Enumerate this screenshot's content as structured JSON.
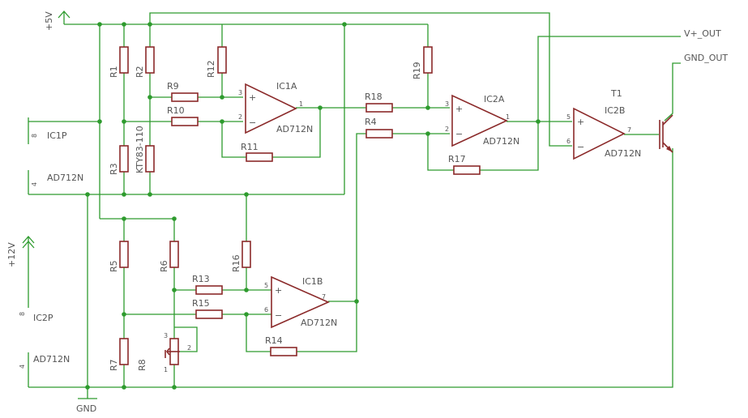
{
  "power": {
    "vcc5": "+5V",
    "vcc12": "+12V",
    "gnd": "GND",
    "vout": "V+_OUT",
    "gndout": "GND_OUT"
  },
  "resistors": {
    "r1": "R1",
    "r2": "R2",
    "r3": "R3",
    "kty": "KTY83-110",
    "r4": "R4",
    "r5": "R5",
    "r6": "R6",
    "r7": "R7",
    "r8": "R8",
    "r9": "R9",
    "r10": "R10",
    "r11": "R11",
    "r12": "R12",
    "r13": "R13",
    "r14": "R14",
    "r15": "R15",
    "r16": "R16",
    "r17": "R17",
    "r18": "R18",
    "r19": "R19"
  },
  "opamps": {
    "ic1a": {
      "name": "IC1A",
      "value": "AD712N"
    },
    "ic1b": {
      "name": "IC1B",
      "value": "AD712N"
    },
    "ic2a": {
      "name": "IC2A",
      "value": "AD712N"
    },
    "ic2b": {
      "name": "IC2B",
      "value": "AD712N"
    }
  },
  "supplies": {
    "ic1p": {
      "name": "IC1P",
      "value": "AD712N"
    },
    "ic2p": {
      "name": "IC2P",
      "value": "AD712N"
    }
  },
  "transistor": "T1",
  "pins": {
    "p1": "1",
    "p2": "2",
    "p3": "3",
    "p4": "4",
    "p5": "5",
    "p6": "6",
    "p7": "7",
    "p8": "8"
  },
  "colors": {
    "wire": "#2e9b2e",
    "component": "#8b2a2a",
    "text": "#555555"
  }
}
